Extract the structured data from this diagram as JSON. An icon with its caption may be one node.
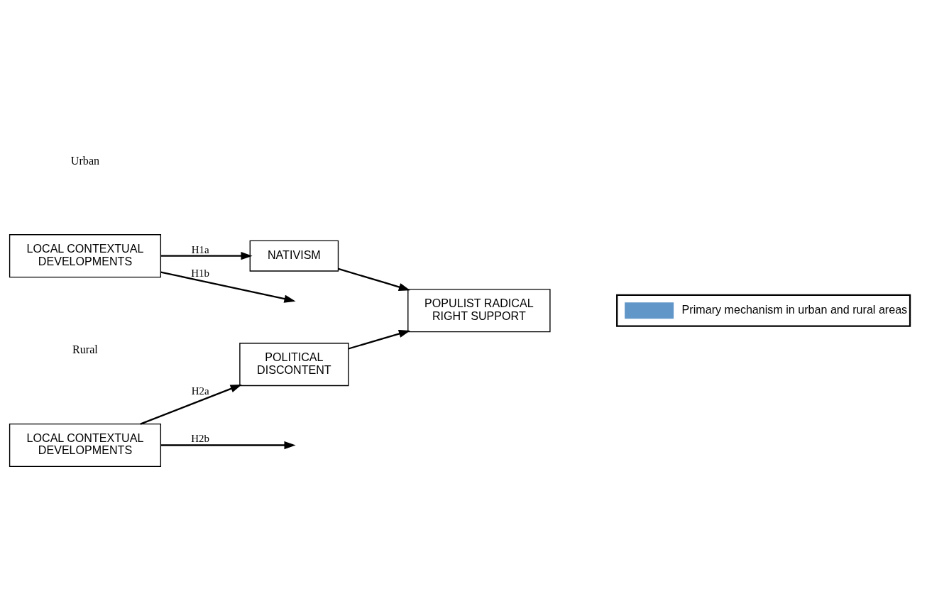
{
  "diagram": {
    "nodes": [
      {
        "text": [
          "NATIVISM"
        ]
      },
      {
        "text": [
          "LOCAL CONTEXTUAL DEVELOPMENTS"
        ]
      },
      {
        "text": [
          "POPULIST RADICAL RIGHT SUPPORT"
        ]
      },
      {
        "text": [
          "LOCAL CONTEXTUAL DEVELOPMENTS"
        ]
      },
      {
        "text": [
          "POLITICAL DISCONTENT"
        ]
      }
    ],
    "edges": [
      {
        "from": 1,
        "to": 0,
        "arrow": "to",
        "label": "H1a"
      },
      {
        "from": 1,
        "to": null,
        "arrow": "to",
        "label": "H1b"
      },
      {
        "from": 0,
        "to": 2,
        "arrow": "to"
      },
      {
        "from": 3,
        "to": null,
        "arrow": "to",
        "label": "H2b"
      },
      {
        "from": 3,
        "to": 4,
        "arrow": "to",
        "label": "H2a"
      },
      {
        "from": 4,
        "to": 2,
        "arrow": "to"
      }
    ],
    "labels": [
      "Urban",
      "Rural"
    ],
    "legend": [
      {
        "text": "Primary mechanism in urban and rural areas"
      }
    ]
  }
}
